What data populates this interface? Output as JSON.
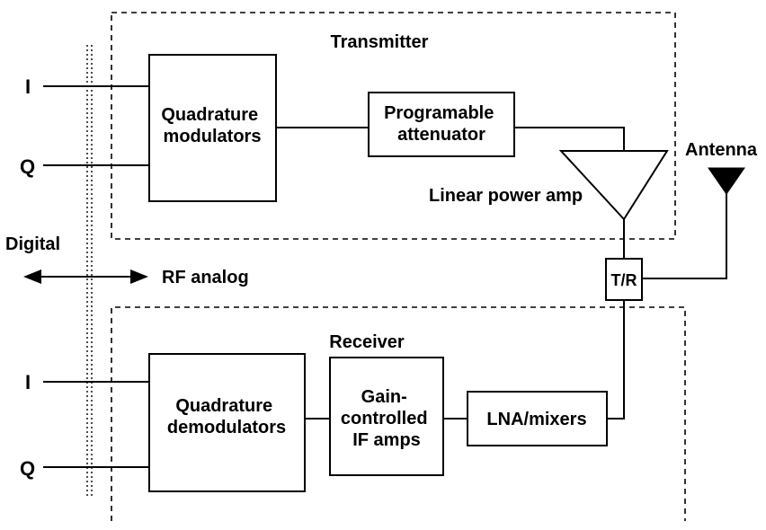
{
  "colors": {
    "ink": "#000000",
    "paper": "#ffffff"
  },
  "transmitter": {
    "title": "Transmitter",
    "modulator": [
      "Quadrature",
      "modulators"
    ],
    "attenuator": [
      "Programable",
      "attenuator"
    ],
    "amp_label": "Linear power amp"
  },
  "receiver": {
    "title": "Receiver",
    "demodulator": [
      "Quadrature",
      "demodulators"
    ],
    "if_amps": [
      "Gain-",
      "controlled",
      "IF amps"
    ],
    "lna": "LNA/mixers"
  },
  "signals": {
    "tx_i": "I",
    "tx_q": "Q",
    "rx_i": "I",
    "rx_q": "Q"
  },
  "boundary": {
    "digital": "Digital",
    "rf_analog": "RF analog"
  },
  "tr_switch": "T/R",
  "antenna": "Antenna",
  "icons": {
    "amplifier": "triangle-amplifier-icon",
    "antenna": "filled-triangle-antenna-icon",
    "double_arrow": "left-right-arrow-icon"
  }
}
